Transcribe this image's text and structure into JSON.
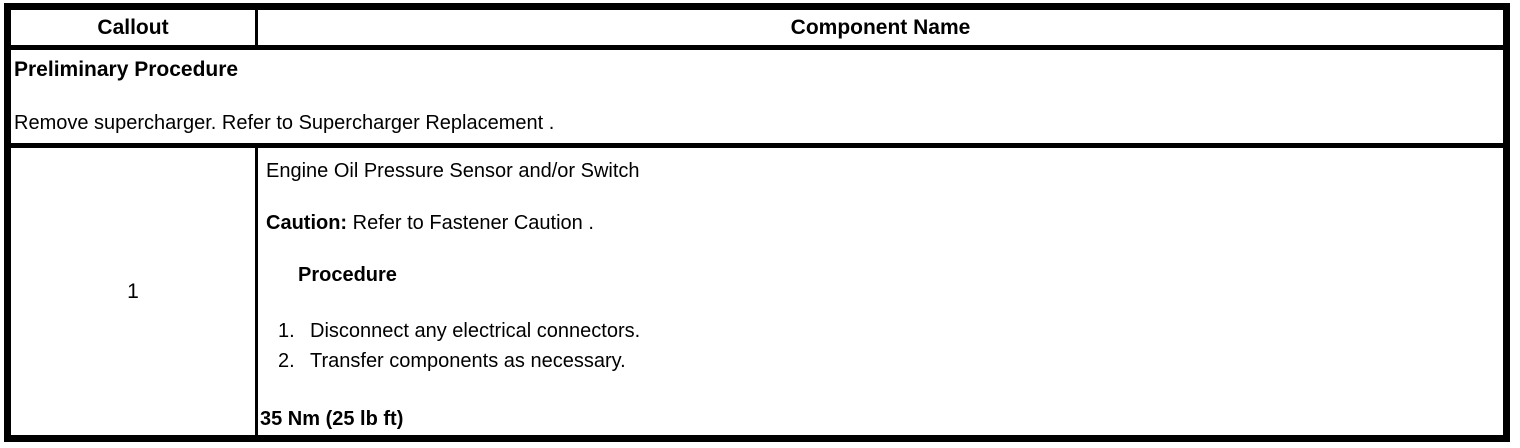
{
  "table": {
    "header": {
      "callout": "Callout",
      "component": "Component Name"
    },
    "preliminary": {
      "title": "Preliminary Procedure",
      "text_before_link": "Remove supercharger. Refer to ",
      "link": "Supercharger Replacement",
      "text_after_link": " ."
    },
    "rows": [
      {
        "callout": "1",
        "component_name": "Engine Oil Pressure Sensor and/or Switch",
        "caution_label": "Caution:",
        "caution_before_link": " Refer to ",
        "caution_link": "Fastener Caution",
        "caution_after_link": " .",
        "procedure_heading": "Procedure",
        "steps": [
          {
            "num": "1.",
            "text": "Disconnect any electrical connectors."
          },
          {
            "num": "2.",
            "text": "Transfer components as necessary."
          }
        ],
        "torque": "35 Nm (25 lb ft)"
      }
    ]
  },
  "colors": {
    "border": "#000000",
    "background": "#ffffff",
    "text": "#000000"
  }
}
